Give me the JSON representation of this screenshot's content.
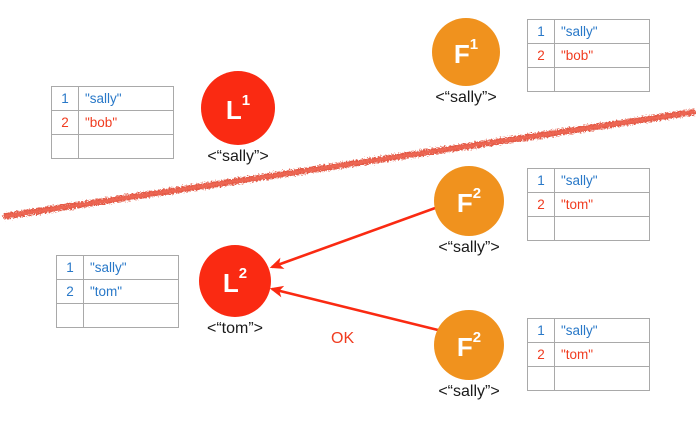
{
  "diagram": {
    "title": "Split-brain replication diagram",
    "colors": {
      "leader": "#fa2a12",
      "follower": "#f0921e",
      "partition": "#e2533f",
      "arrow": "#fa2a12",
      "value_old": "#2878c8",
      "value_new": "#f03c20",
      "table_border": "#a9a9a9"
    }
  },
  "nodes": [
    {
      "id": "leader-1",
      "symbol": "L",
      "superscript": "1",
      "kind": "leader",
      "caption": "<“sally”>"
    },
    {
      "id": "follower-1",
      "symbol": "F",
      "superscript": "1",
      "kind": "follower",
      "caption": "<“sally”>"
    },
    {
      "id": "follower-2-upper",
      "symbol": "F",
      "superscript": "2",
      "kind": "follower",
      "caption": "<“sally”>"
    },
    {
      "id": "leader-2",
      "symbol": "L",
      "superscript": "2",
      "kind": "leader",
      "caption": "<“tom”>"
    },
    {
      "id": "follower-2-lower",
      "symbol": "F",
      "superscript": "2",
      "kind": "follower",
      "caption": "<“sally”>"
    }
  ],
  "tables": [
    {
      "id": "table-leader-1",
      "rows": [
        {
          "index": "1",
          "value": "\"sally\"",
          "index_color": "blue",
          "value_color": "blue"
        },
        {
          "index": "2",
          "value": "\"bob\"",
          "index_color": "red",
          "value_color": "red"
        },
        {
          "index": "",
          "value": "",
          "index_color": "blue",
          "value_color": "blue"
        }
      ]
    },
    {
      "id": "table-follower-1",
      "rows": [
        {
          "index": "1",
          "value": "\"sally\"",
          "index_color": "blue",
          "value_color": "blue"
        },
        {
          "index": "2",
          "value": "\"bob\"",
          "index_color": "red",
          "value_color": "red"
        },
        {
          "index": "",
          "value": "",
          "index_color": "blue",
          "value_color": "blue"
        }
      ]
    },
    {
      "id": "table-follower-2-upper",
      "rows": [
        {
          "index": "1",
          "value": "\"sally\"",
          "index_color": "blue",
          "value_color": "blue"
        },
        {
          "index": "2",
          "value": "\"tom\"",
          "index_color": "red",
          "value_color": "red"
        },
        {
          "index": "",
          "value": "",
          "index_color": "blue",
          "value_color": "blue"
        }
      ]
    },
    {
      "id": "table-leader-2",
      "rows": [
        {
          "index": "1",
          "value": "\"sally\"",
          "index_color": "blue",
          "value_color": "blue"
        },
        {
          "index": "2",
          "value": "\"tom\"",
          "index_color": "blue",
          "value_color": "blue"
        },
        {
          "index": "",
          "value": "",
          "index_color": "blue",
          "value_color": "blue"
        }
      ]
    },
    {
      "id": "table-follower-2-lower",
      "rows": [
        {
          "index": "1",
          "value": "\"sally\"",
          "index_color": "blue",
          "value_color": "blue"
        },
        {
          "index": "2",
          "value": "\"tom\"",
          "index_color": "red",
          "value_color": "red"
        },
        {
          "index": "",
          "value": "",
          "index_color": "blue",
          "value_color": "blue"
        }
      ]
    }
  ],
  "annotations": {
    "ok_label": "OK"
  }
}
